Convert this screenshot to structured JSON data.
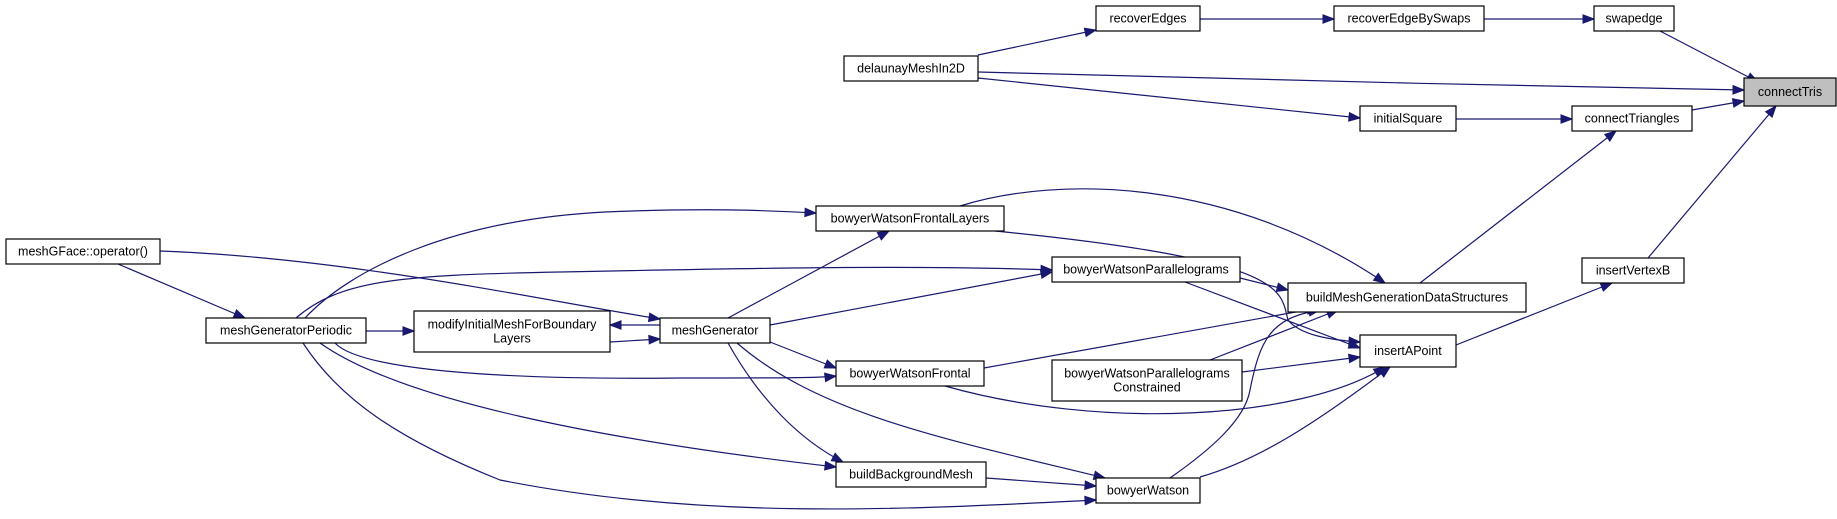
{
  "graph": {
    "root": "connectTris",
    "colors": {
      "edge": "#191970",
      "root_fill": "#bfbfbf",
      "node_fill": "#ffffff",
      "node_border": "#000000"
    },
    "nodes": {
      "connectTris": [
        "connectTris"
      ],
      "swapedge": [
        "swapedge"
      ],
      "recoverEdgeBySwaps": [
        "recoverEdgeBySwaps"
      ],
      "recoverEdges": [
        "recoverEdges"
      ],
      "delaunayMeshIn2D": [
        "delaunayMeshIn2D"
      ],
      "connectTriangles": [
        "connectTriangles"
      ],
      "initialSquare": [
        "initialSquare"
      ],
      "insertVertexB": [
        "insertVertexB"
      ],
      "insertAPoint": [
        "insertAPoint"
      ],
      "buildMeshGenerationDataStructures": [
        "buildMeshGenerationDataStructures"
      ],
      "bowyerWatsonFrontalLayers": [
        "bowyerWatsonFrontalLayers"
      ],
      "bowyerWatsonParallelograms": [
        "bowyerWatsonParallelograms"
      ],
      "bowyerWatsonParallelogramsConstrained": [
        "bowyerWatsonParallelograms",
        "Constrained"
      ],
      "bowyerWatsonFrontal": [
        "bowyerWatsonFrontal"
      ],
      "bowyerWatson": [
        "bowyerWatson"
      ],
      "buildBackgroundMesh": [
        "buildBackgroundMesh"
      ],
      "meshGenerator": [
        "meshGenerator"
      ],
      "modifyInitialMeshForBoundaryLayers": [
        "modifyInitialMeshForBoundary",
        "Layers"
      ],
      "meshGeneratorPeriodic": [
        "meshGeneratorPeriodic"
      ],
      "meshGFaceOperator": [
        "meshGFace::operator()"
      ]
    },
    "edges": [
      [
        "swapedge",
        "connectTris"
      ],
      [
        "recoverEdgeBySwaps",
        "swapedge"
      ],
      [
        "recoverEdges",
        "recoverEdgeBySwaps"
      ],
      [
        "delaunayMeshIn2D",
        "recoverEdges"
      ],
      [
        "delaunayMeshIn2D",
        "connectTris"
      ],
      [
        "connectTriangles",
        "connectTris"
      ],
      [
        "initialSquare",
        "connectTriangles"
      ],
      [
        "delaunayMeshIn2D",
        "initialSquare"
      ],
      [
        "insertVertexB",
        "connectTris"
      ],
      [
        "insertAPoint",
        "insertVertexB"
      ],
      [
        "buildMeshGenerationDataStructures",
        "connectTriangles"
      ],
      [
        "bowyerWatsonFrontalLayers",
        "buildMeshGenerationDataStructures"
      ],
      [
        "bowyerWatsonParallelograms",
        "buildMeshGenerationDataStructures"
      ],
      [
        "bowyerWatsonParallelogramsConstrained",
        "buildMeshGenerationDataStructures"
      ],
      [
        "bowyerWatsonFrontal",
        "buildMeshGenerationDataStructures"
      ],
      [
        "bowyerWatson",
        "buildMeshGenerationDataStructures"
      ],
      [
        "bowyerWatsonFrontalLayers",
        "insertAPoint"
      ],
      [
        "bowyerWatsonParallelograms",
        "insertAPoint"
      ],
      [
        "bowyerWatsonParallelogramsConstrained",
        "insertAPoint"
      ],
      [
        "bowyerWatsonFrontal",
        "insertAPoint"
      ],
      [
        "bowyerWatson",
        "insertAPoint"
      ],
      [
        "meshGenerator",
        "bowyerWatsonFrontalLayers"
      ],
      [
        "meshGenerator",
        "bowyerWatsonParallelograms"
      ],
      [
        "meshGenerator",
        "bowyerWatsonFrontal"
      ],
      [
        "meshGenerator",
        "bowyerWatson"
      ],
      [
        "meshGenerator",
        "buildBackgroundMesh"
      ],
      [
        "meshGenerator",
        "modifyInitialMeshForBoundaryLayers"
      ],
      [
        "modifyInitialMeshForBoundaryLayers",
        "meshGenerator"
      ],
      [
        "meshGeneratorPeriodic",
        "modifyInitialMeshForBoundaryLayers"
      ],
      [
        "meshGeneratorPeriodic",
        "bowyerWatsonFrontalLayers"
      ],
      [
        "meshGeneratorPeriodic",
        "bowyerWatsonParallelograms"
      ],
      [
        "meshGeneratorPeriodic",
        "bowyerWatsonFrontal"
      ],
      [
        "meshGeneratorPeriodic",
        "buildBackgroundMesh"
      ],
      [
        "meshGeneratorPeriodic",
        "bowyerWatson"
      ],
      [
        "buildBackgroundMesh",
        "bowyerWatson"
      ],
      [
        "meshGFaceOperator",
        "meshGeneratorPeriodic"
      ],
      [
        "meshGFaceOperator",
        "meshGenerator"
      ]
    ]
  }
}
